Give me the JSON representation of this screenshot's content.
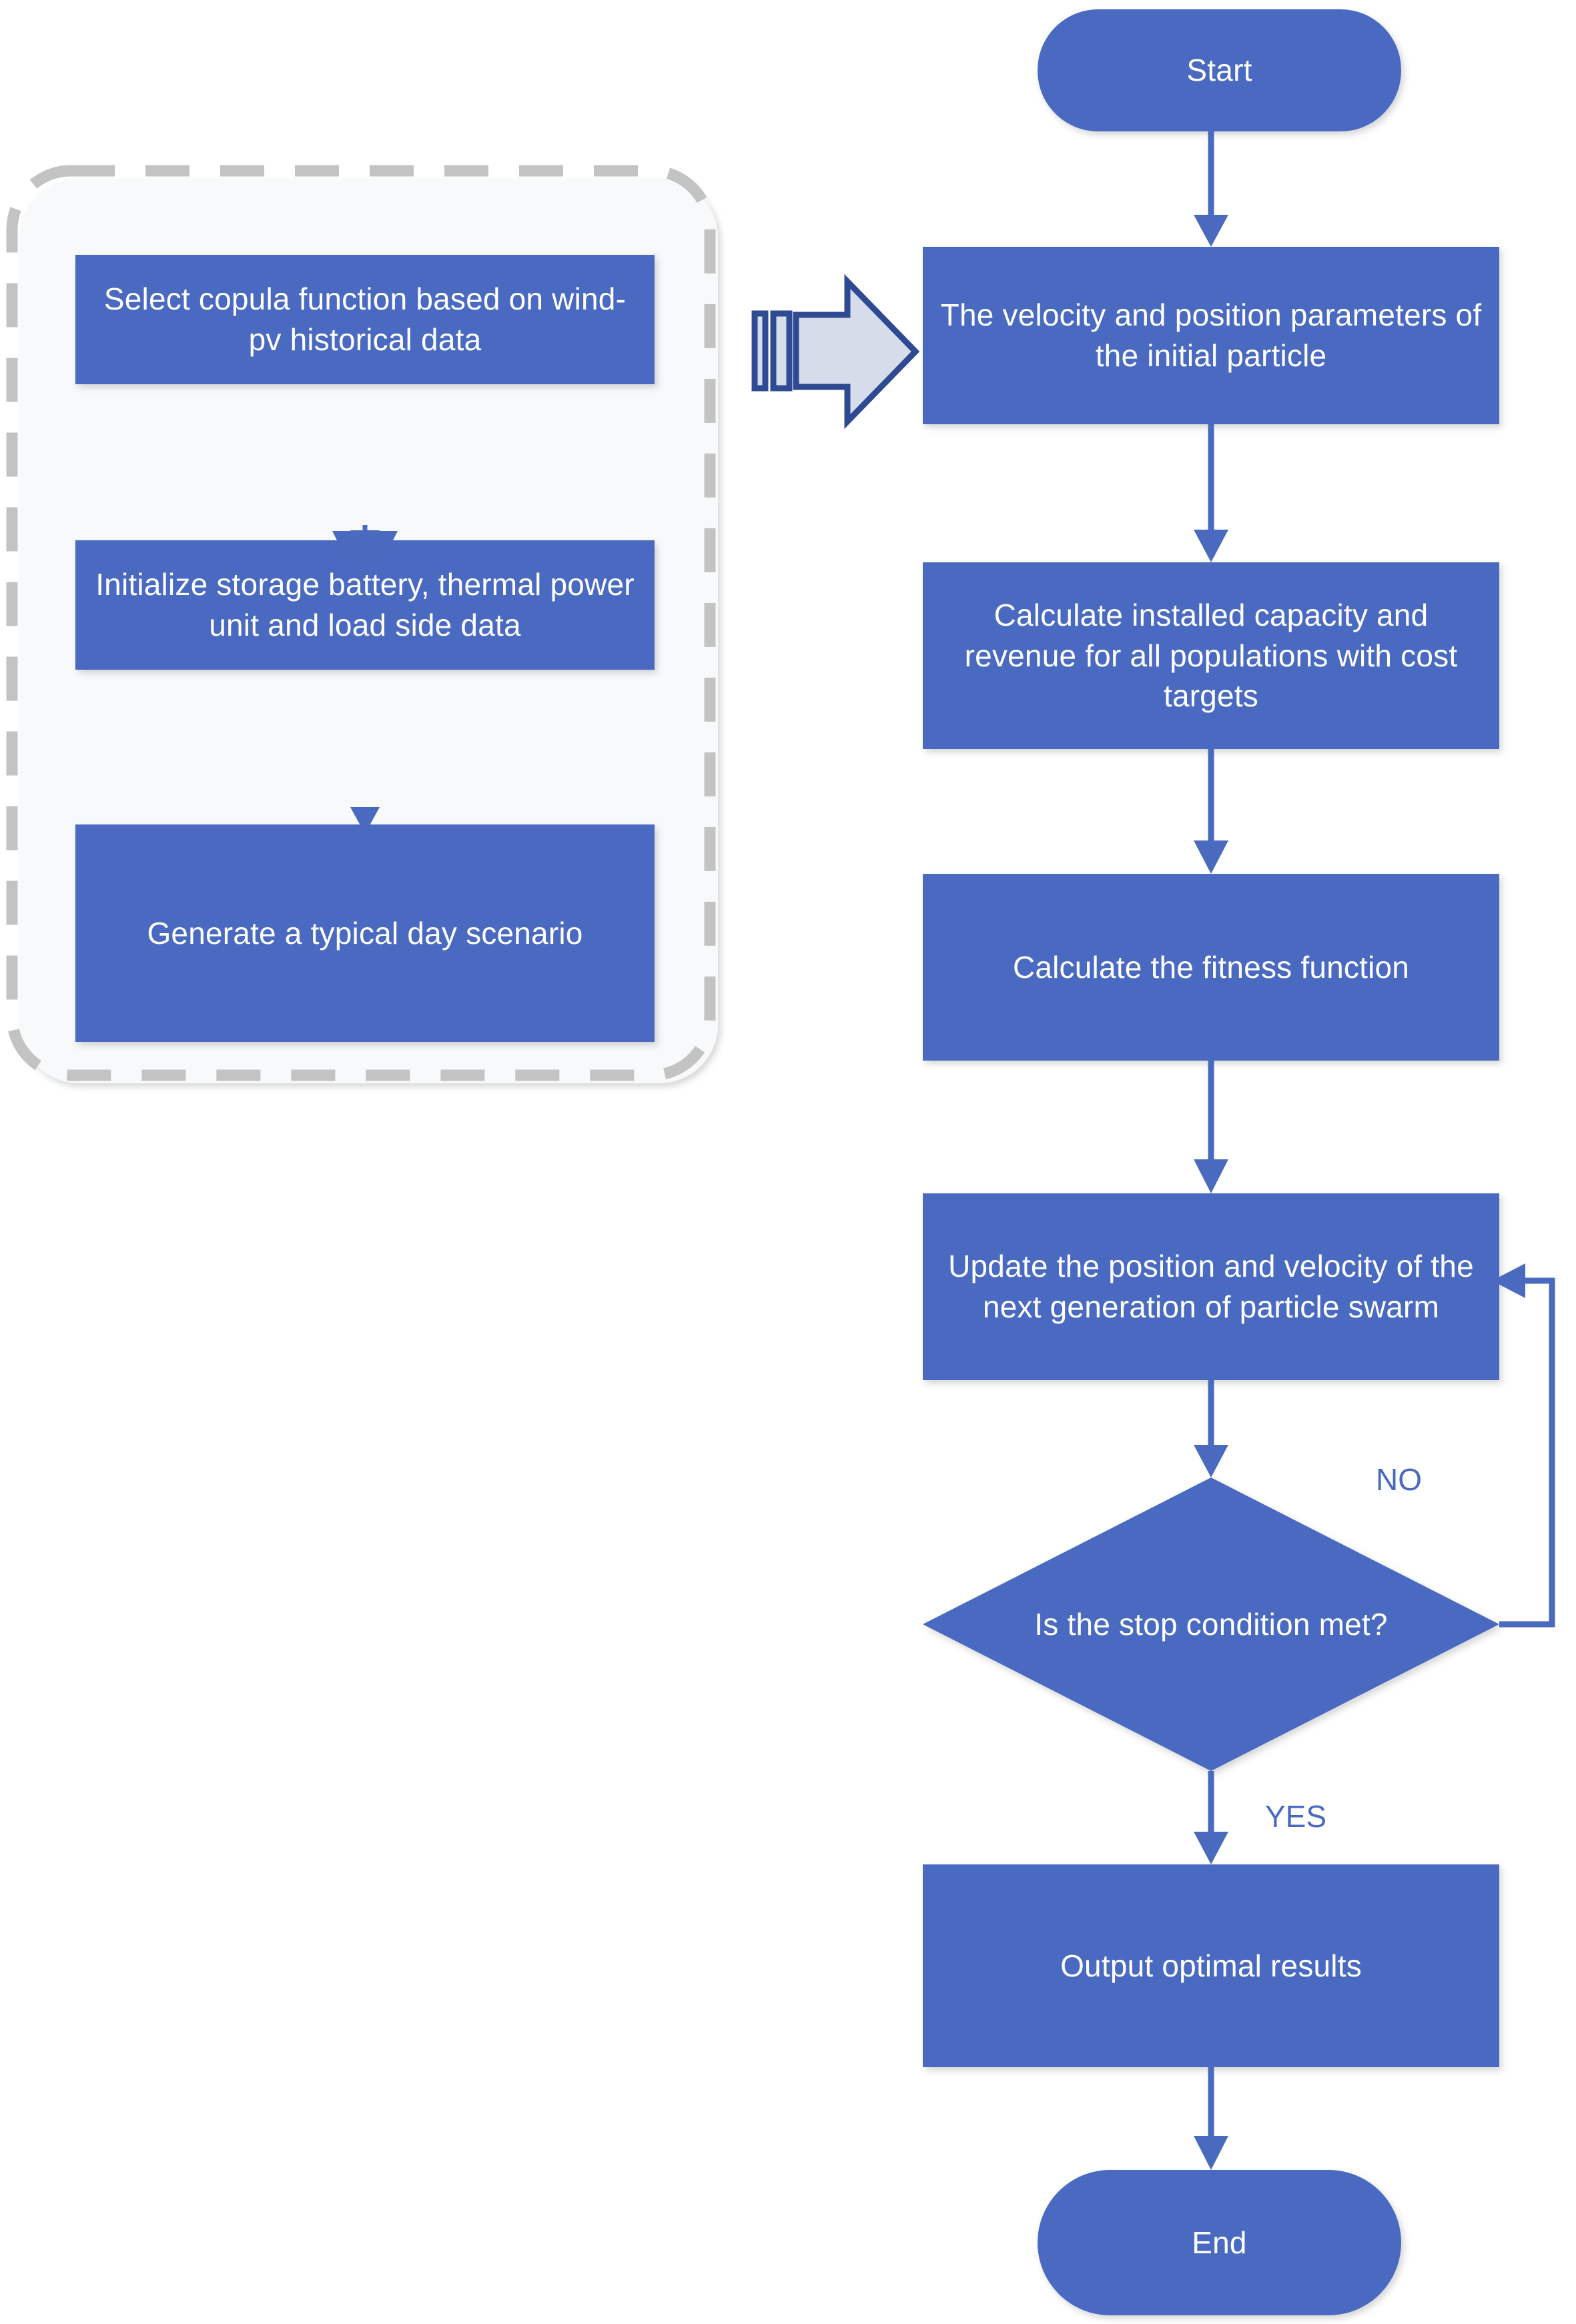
{
  "diagram": {
    "title": "Particle swarm optimization flowchart for wind-PV storage capacity configuration",
    "background_color": "#FFFFFF",
    "node_fill_color": "#4A6AC0",
    "node_text_color": "#FFFFFF",
    "connector_color": "#4A6AC0",
    "group_border_color": "#C3C3C3",
    "group_fill_color": "#F8F9FB",
    "block_arrow_fill_color": "#D6DCEA",
    "block_arrow_stroke_color": "#2E4A92"
  },
  "preprocessing_group": {
    "name": "data-preparation-group",
    "border_style": "dashed",
    "steps": [
      {
        "id": "select-copula",
        "label": "Select copula function based on wind-pv historical data"
      },
      {
        "id": "initialize-data",
        "label": "Initialize storage battery, thermal power unit and load side data"
      },
      {
        "id": "generate-scenario",
        "label": "Generate a typical day scenario"
      }
    ]
  },
  "connector_arrow": {
    "name": "group-to-main-block-arrow",
    "direction": "right",
    "shape": "block-arrow-with-bars"
  },
  "main_flow": {
    "nodes": [
      {
        "id": "start",
        "shape": "terminator",
        "label": "Start"
      },
      {
        "id": "init-particle",
        "shape": "process",
        "label": "The velocity and position parameters of the initial particle"
      },
      {
        "id": "calc-capacity",
        "shape": "process",
        "label": "Calculate installed capacity and revenue for all populations with cost targets"
      },
      {
        "id": "calc-fitness",
        "shape": "process",
        "label": "Calculate the fitness function"
      },
      {
        "id": "update-swarm",
        "shape": "process",
        "label": "Update the position and velocity of the next generation of particle swarm"
      },
      {
        "id": "stop-condition",
        "shape": "decision",
        "label": "Is the stop condition met?"
      },
      {
        "id": "output-results",
        "shape": "process",
        "label": "Output optimal results"
      },
      {
        "id": "end",
        "shape": "terminator",
        "label": "End"
      }
    ],
    "edge_labels": [
      {
        "id": "edge-label-no",
        "label": "NO",
        "from": "stop-condition",
        "to": "update-swarm"
      },
      {
        "id": "edge-label-yes",
        "label": "YES",
        "from": "stop-condition",
        "to": "output-results"
      }
    ]
  }
}
